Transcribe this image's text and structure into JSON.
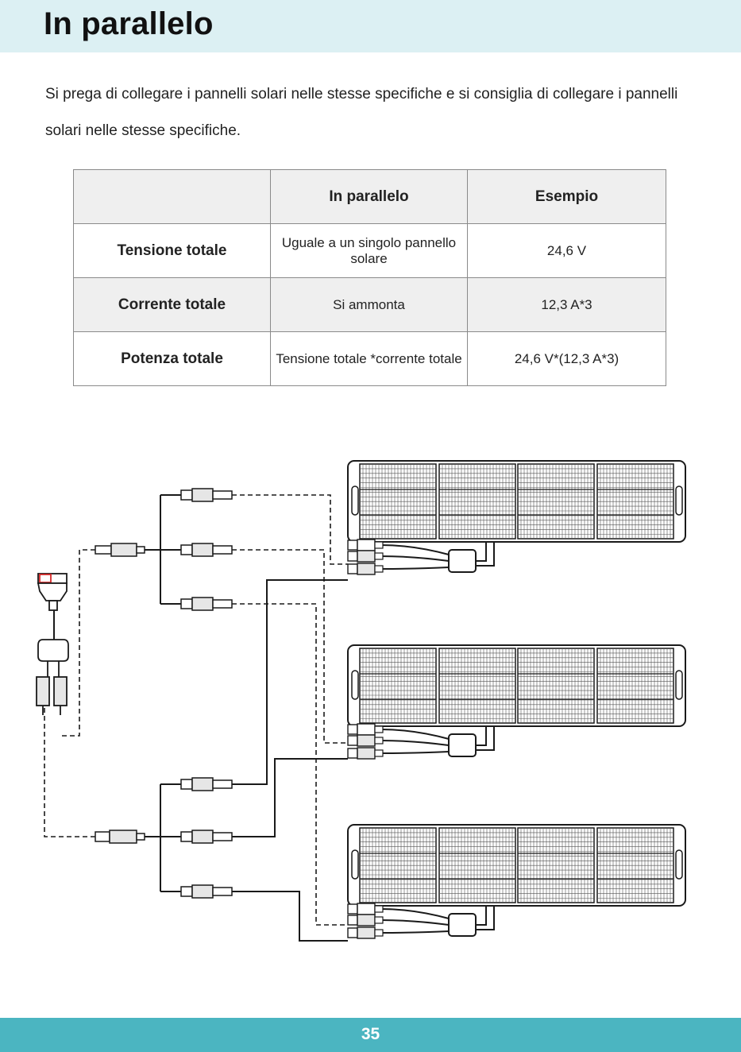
{
  "page": {
    "title": "In parallelo",
    "intro": "Si prega di collegare i pannelli solari nelle stesse specifiche e si consiglia di collegare i pannelli solari nelle stesse specifiche.",
    "page_number": "35"
  },
  "table": {
    "headers": [
      "",
      "In parallelo",
      "Esempio"
    ],
    "rows": [
      {
        "label": "Tensione totale",
        "parallel": "Uguale a un singolo pannello solare",
        "example": "24,6 V"
      },
      {
        "label": "Corrente totale",
        "parallel": "Si ammonta",
        "example": "12,3 A*3"
      },
      {
        "label": "Potenza totale",
        "parallel": "Tensione totale *corrente totale",
        "example": "24,6 V*(12,3 A*3)"
      }
    ]
  },
  "diagram": {
    "panel_count": 3,
    "branch_connectors_per_side": 3,
    "colors": {
      "line": "#1a1a1a",
      "accent": "#d62828"
    }
  },
  "colors": {
    "header_bg": "#dcf0f3",
    "footer_bg": "#4bb5c1",
    "table_shade": "#efefef"
  }
}
